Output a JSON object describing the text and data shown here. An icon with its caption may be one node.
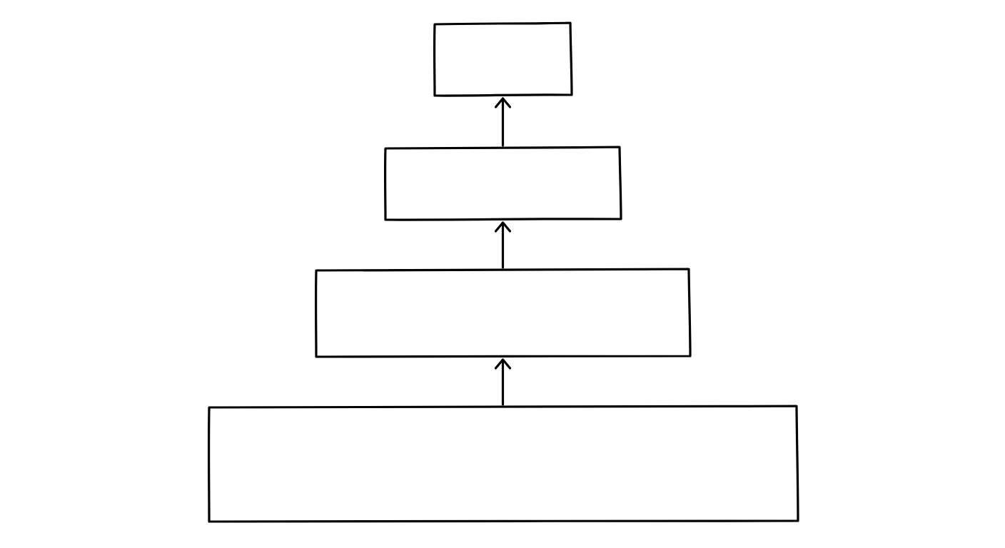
{
  "diagram": {
    "nodes": [
      {
        "text": [],
        "shape": "box"
      },
      {
        "text": [],
        "shape": "box"
      },
      {
        "text": [],
        "shape": "box"
      },
      {
        "text": [],
        "shape": "box"
      }
    ],
    "edges": [
      {
        "from": 1,
        "to": 0,
        "arrow": "to"
      },
      {
        "from": 2,
        "to": 1,
        "arrow": "to"
      },
      {
        "from": 3,
        "to": 2,
        "arrow": "to"
      }
    ]
  }
}
